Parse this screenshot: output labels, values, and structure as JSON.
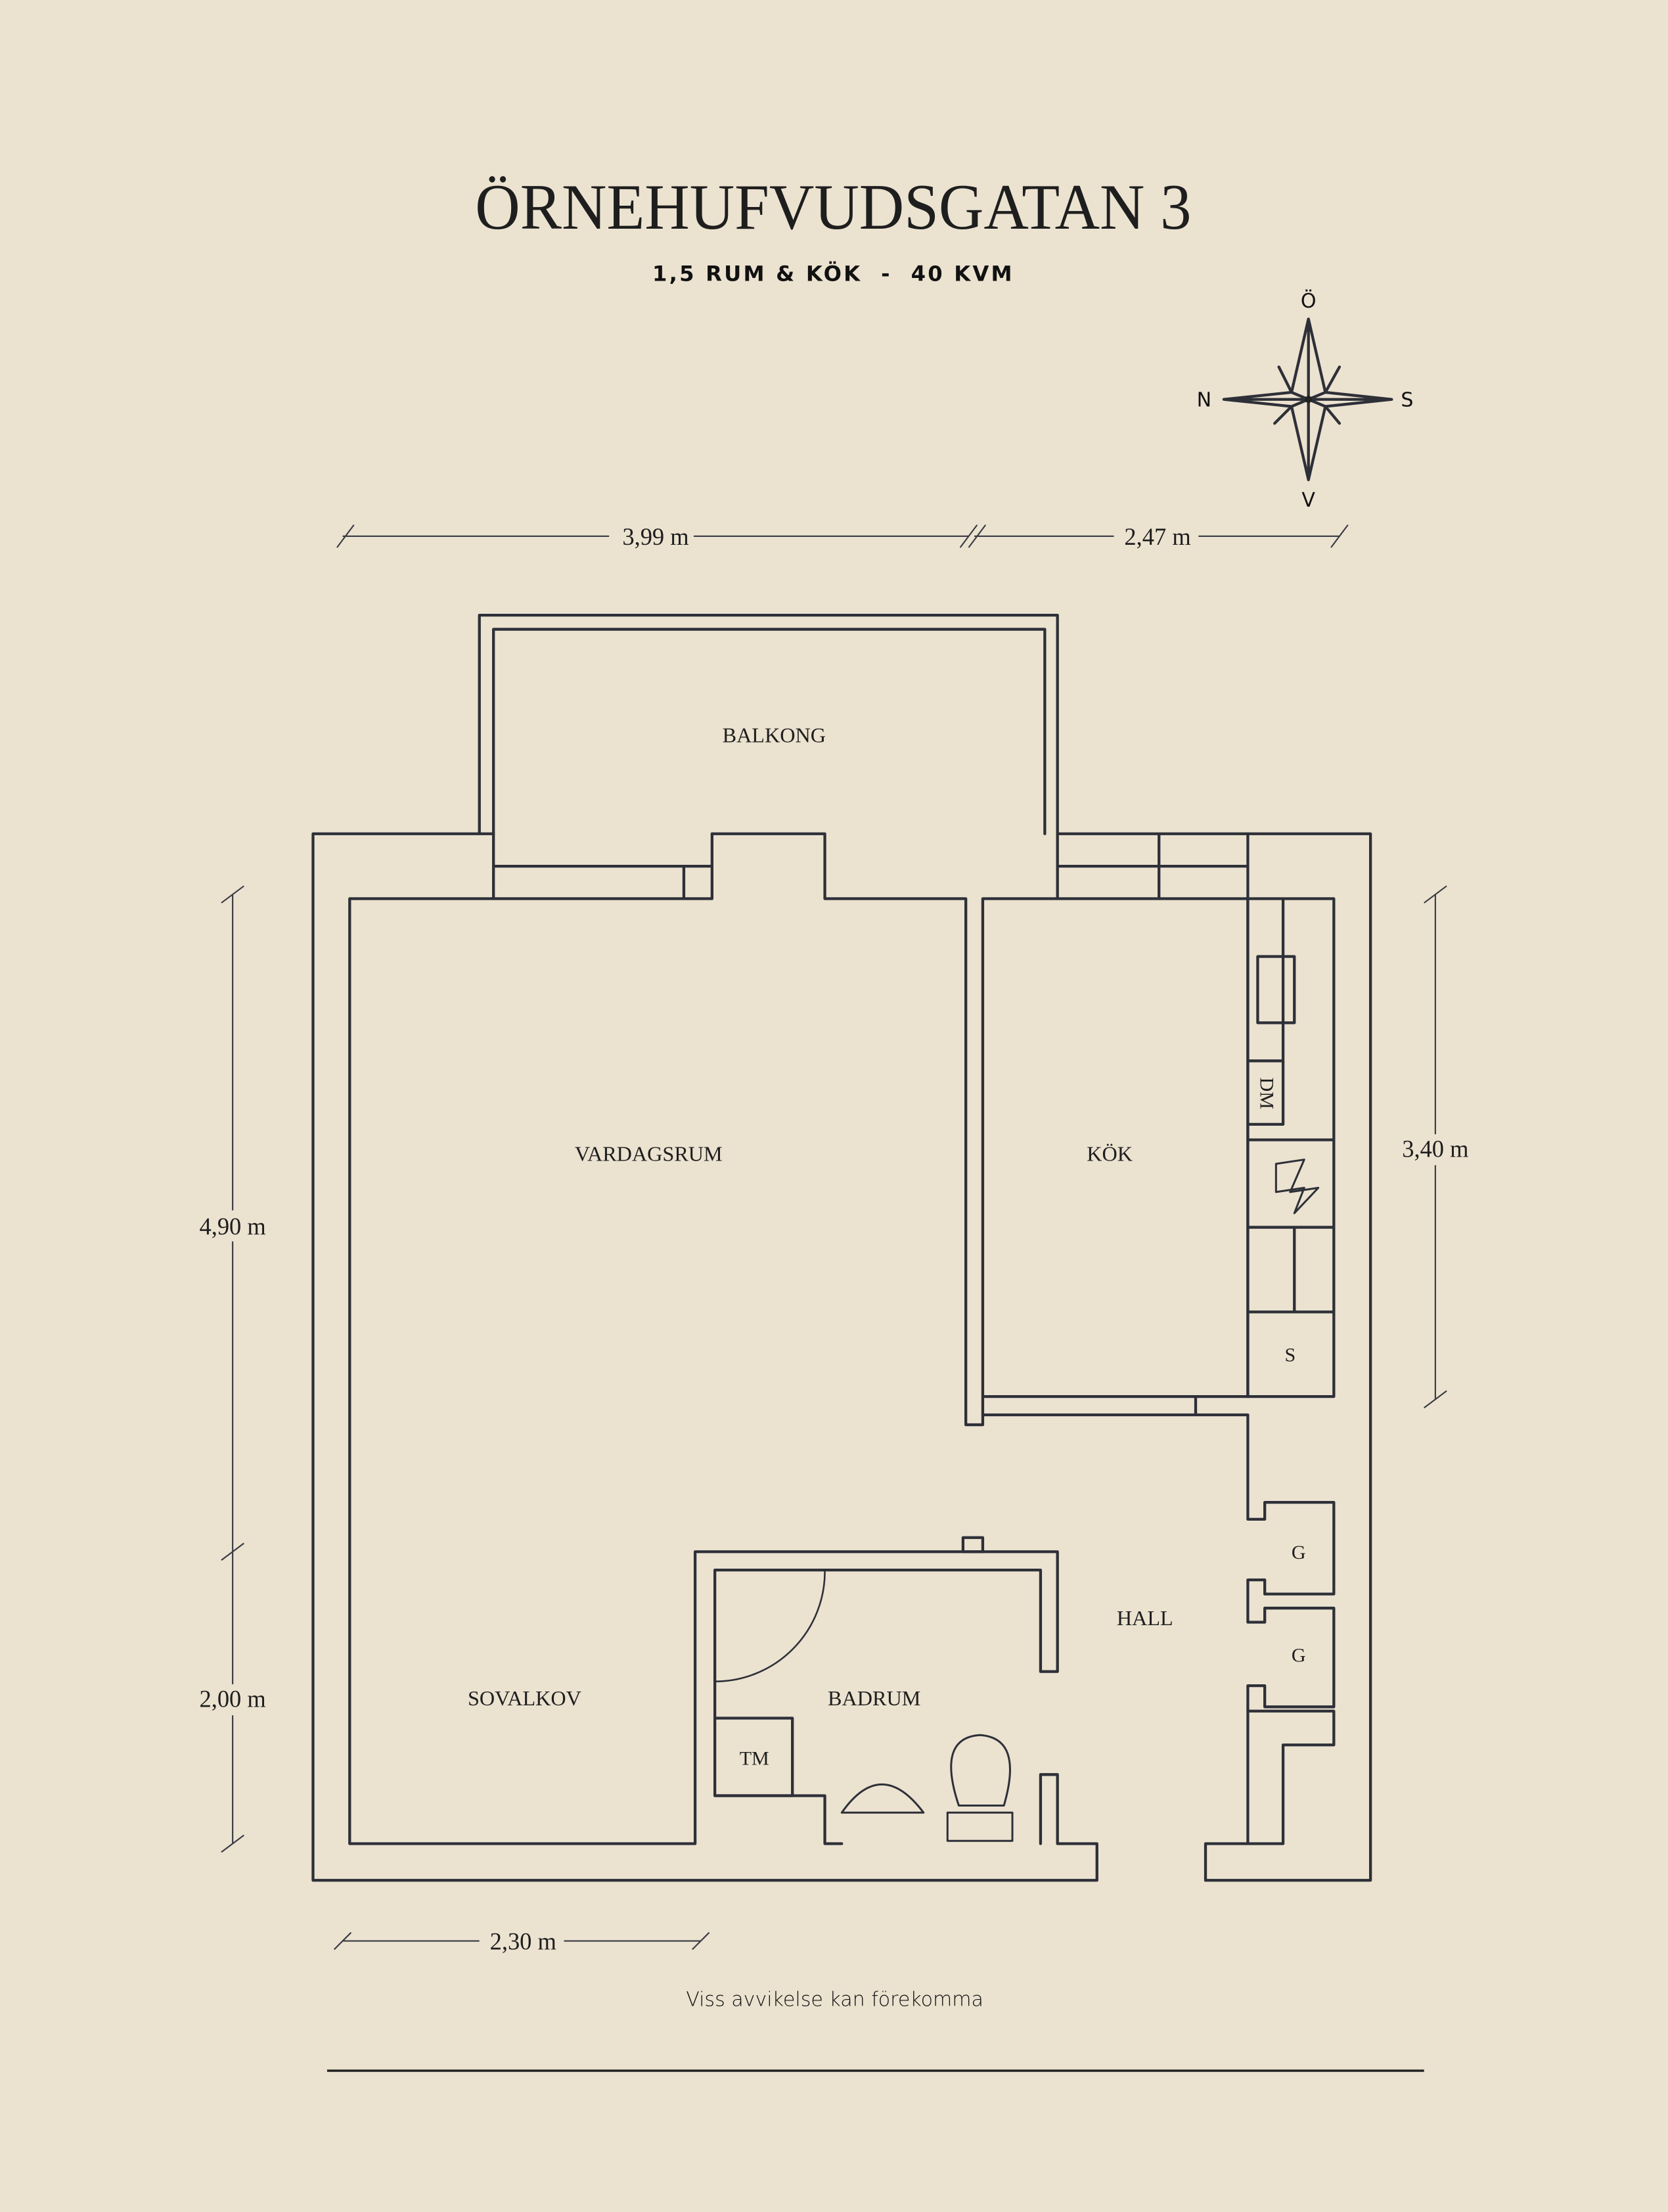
{
  "header": {
    "title": "ÖRNEHUFVUDSGATAN 3",
    "subtitle": "1,5 RUM & KÖK  -  40 KVM"
  },
  "compass": {
    "north": "N",
    "east": "Ö",
    "south": "S",
    "west": "V"
  },
  "rooms": {
    "balcony": "BALKONG",
    "living": "VARDAGSRUM",
    "kitchen": "KÖK",
    "hall": "HALL",
    "bathroom": "BADRUM",
    "alcove": "SOVALKOV",
    "dishwasher": "DM",
    "wardrobe": "S",
    "closet1": "G",
    "closet2": "G",
    "washer": "TM"
  },
  "dimensions": {
    "top_left": "3,99 m",
    "top_right": "2,47 m",
    "left_upper": "4,90 m",
    "left_lower": "2,00 m",
    "right": "3,40 m",
    "bottom": "2,30 m"
  },
  "footer": {
    "disclaimer": "Viss avvikelse kan förekomma"
  },
  "colors": {
    "background": "#ebe2d0",
    "ink": "#2e3038"
  }
}
